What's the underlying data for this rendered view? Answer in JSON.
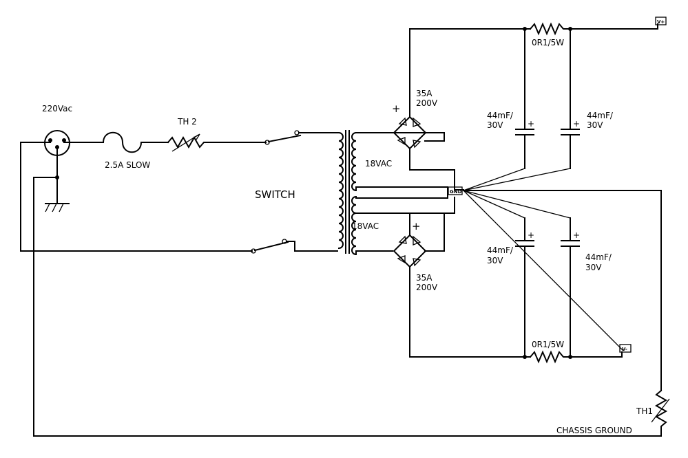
{
  "labels": {
    "mains": "220Vac",
    "fuse": "2.5A SLOW",
    "thermistor_top": "TH 2",
    "switch": "SWITCH",
    "secondary_top": "18VAC",
    "secondary_bottom": "18VAC",
    "bridge_top_current": "35A",
    "bridge_top_voltage": "200V",
    "bridge_bottom_current": "35A",
    "bridge_bottom_voltage": "200V",
    "bridge_plus": "+",
    "cap1_value": "44mF/",
    "cap1_voltage": "30V",
    "cap2_value": "44mF/",
    "cap2_voltage": "30V",
    "cap3_value": "44mF/",
    "cap3_voltage": "30V",
    "cap4_value": "44mF/",
    "cap4_voltage": "30V",
    "cap_plus": "+",
    "resistor_top": "0R1/5W",
    "resistor_bottom": "0R1/5W",
    "gnd_terminal": "GND",
    "vplus_terminal": "V+",
    "vminus_terminal": "V-",
    "thermistor_bottom": "TH1",
    "chassis_ground": "CHASSIS GROUND"
  }
}
